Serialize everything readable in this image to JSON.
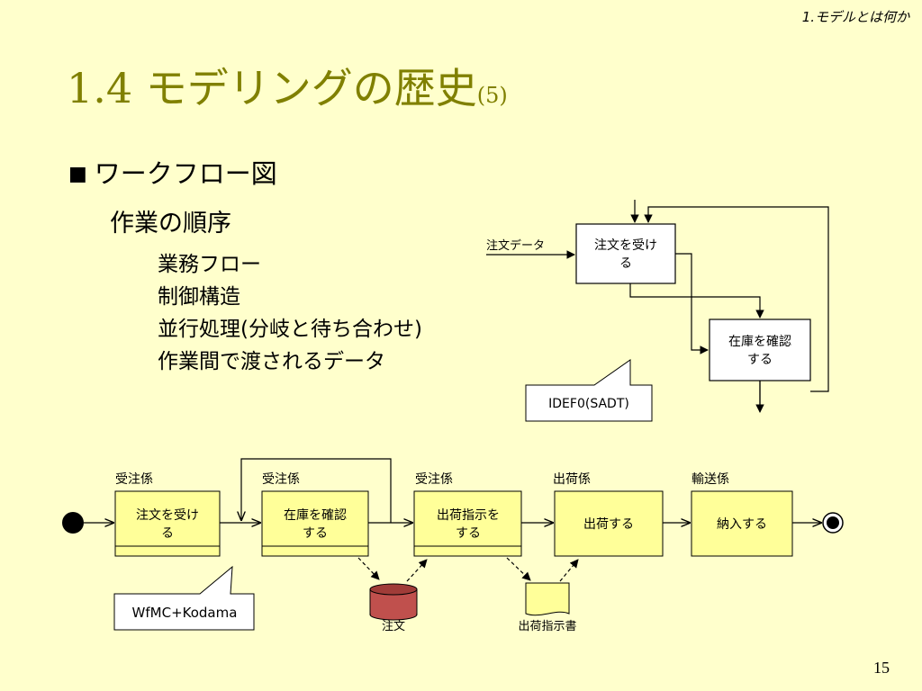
{
  "breadcrumb": "1.モデルとは何か",
  "title": {
    "main": "1.4 モデリングの歴史",
    "sub": "(5)"
  },
  "bullet": {
    "mark": "■",
    "text": "ワークフロー図"
  },
  "sub_heading": "作業の順序",
  "items": [
    "業務フロー",
    "制御構造",
    "並行処理(分岐と待ち合わせ)",
    "作業間で渡されるデータ"
  ],
  "idef": {
    "input_label": "注文データ",
    "box1": [
      "注文を受け",
      "る"
    ],
    "box2": [
      "在庫を確認",
      "する"
    ],
    "callout": "IDEF0(SADT)"
  },
  "workflow": {
    "roles": [
      "受注係",
      "受注係",
      "受注係",
      "出荷係",
      "輸送係"
    ],
    "boxes": [
      [
        "注文を受け",
        "る"
      ],
      [
        "在庫を確認",
        "する"
      ],
      [
        "出荷指示を",
        "する"
      ],
      [
        "出荷する"
      ],
      [
        "納入する"
      ]
    ],
    "db_label": "注文",
    "doc_label": "出荷指示書",
    "callout": "WfMC+Kodama"
  },
  "page_number": "15",
  "colors": {
    "background": "#FFFFCC",
    "title": "#808000",
    "box_fill": "#FFFF99",
    "db_fill": "#C0504D"
  }
}
